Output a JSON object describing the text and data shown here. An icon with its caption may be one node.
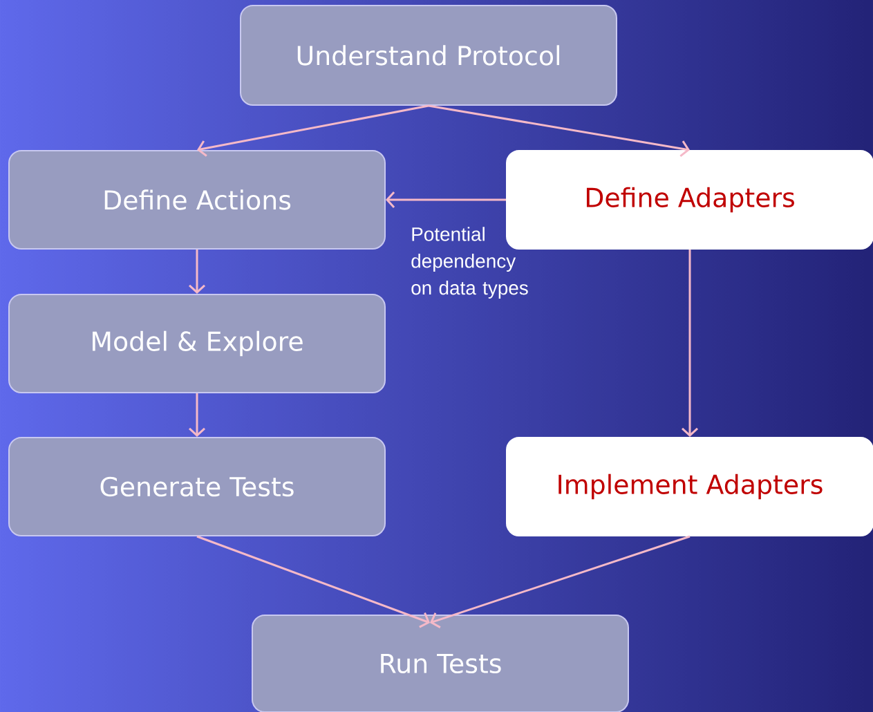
{
  "diagram": {
    "nodes": [
      {
        "text": [
          "Understand Protocol"
        ]
      },
      {
        "text": [
          "Define Actions"
        ]
      },
      {
        "text": [
          "Define Adapters"
        ]
      },
      {
        "text": [
          "Model & Explore"
        ]
      },
      {
        "text": [
          "Generate Tests"
        ]
      },
      {
        "text": [
          "Implement Adapters"
        ]
      },
      {
        "text": [
          "Run Tests"
        ]
      }
    ],
    "edges": [
      {
        "from": 0,
        "to": 1,
        "arrow": "to"
      },
      {
        "from": 0,
        "to": 2,
        "arrow": "to"
      },
      {
        "from": 2,
        "to": 1,
        "arrow": "to",
        "label": "Potential dependency on data types"
      },
      {
        "from": 1,
        "to": 3,
        "arrow": "to"
      },
      {
        "from": 3,
        "to": 4,
        "arrow": "to"
      },
      {
        "from": 2,
        "to": 5,
        "arrow": "to"
      },
      {
        "from": 4,
        "to": 6,
        "arrow": "to"
      },
      {
        "from": 5,
        "to": 6,
        "arrow": "to"
      }
    ]
  }
}
